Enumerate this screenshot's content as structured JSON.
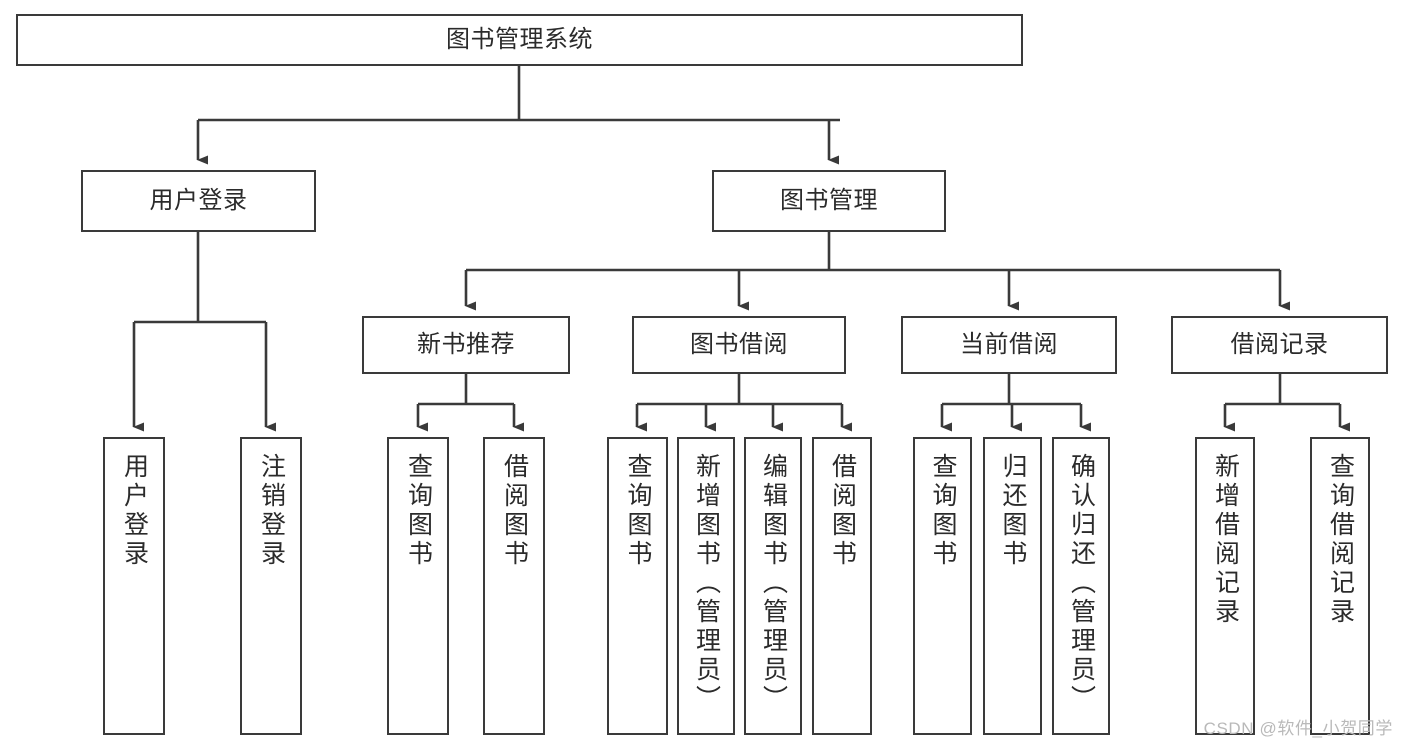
{
  "diagram": {
    "title": "图书管理系统",
    "watermark": "CSDN @软件_小贺同学",
    "colors": {
      "line": "#3a3a3a",
      "box_border": "#3a3a3a",
      "box_fill": "#ffffff",
      "text": "#2b2b2b",
      "watermark": "#b9b9b9"
    },
    "root": {
      "label": "图书管理系统"
    },
    "level2": [
      {
        "label": "用户登录"
      },
      {
        "label": "图书管理"
      }
    ],
    "level3": [
      {
        "label": "新书推荐"
      },
      {
        "label": "图书借阅"
      },
      {
        "label": "当前借阅"
      },
      {
        "label": "借阅记录"
      }
    ],
    "leaves": {
      "user_login": [
        {
          "label": "用户登录"
        },
        {
          "label": "注销登录"
        }
      ],
      "new_book_recommend": [
        {
          "label": "查询图书"
        },
        {
          "label": "借阅图书"
        }
      ],
      "book_borrow": [
        {
          "label": "查询图书"
        },
        {
          "label": "新增图书（管理员）"
        },
        {
          "label": "编辑图书（管理员）"
        },
        {
          "label": "借阅图书"
        }
      ],
      "current_borrow": [
        {
          "label": "查询图书"
        },
        {
          "label": "归还图书"
        },
        {
          "label": "确认归还（管理员）"
        }
      ],
      "borrow_record": [
        {
          "label": "新增借阅记录"
        },
        {
          "label": "查询借阅记录"
        }
      ]
    }
  }
}
